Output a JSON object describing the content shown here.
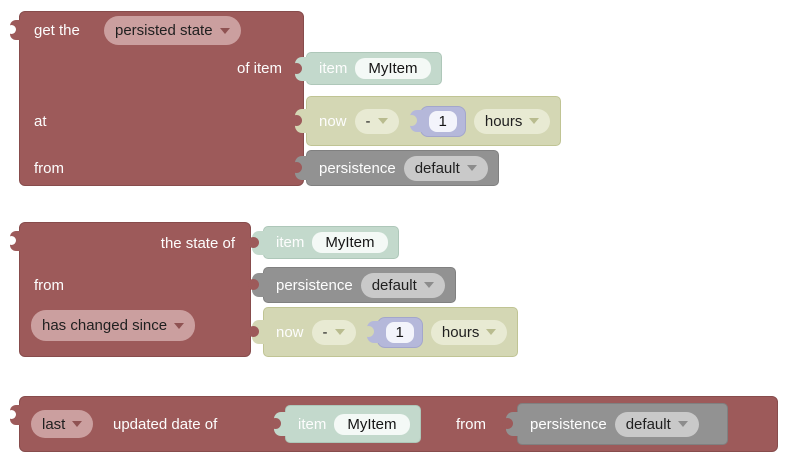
{
  "colors": {
    "block_maroon": "#9d5a5a",
    "dropdown_pink": "#cb9f9f",
    "item_teal": "#c3d9cc",
    "datetime_olive": "#d4d7b4",
    "number_lavender": "#b5b8da",
    "persistence_gray": "#929292",
    "field_white": "#f4f9f6",
    "canvas_background": "#ffffff"
  },
  "block1": {
    "get_the_label": "get the",
    "state_type_dropdown": "persisted state",
    "of_item_label": "of item",
    "item": {
      "label": "item",
      "name": "MyItem"
    },
    "at_label": "at",
    "datetime": {
      "now_label": "now",
      "operator_dropdown": "-",
      "amount": "1",
      "unit_dropdown": "hours"
    },
    "from_label": "from",
    "persistence": {
      "label": "persistence",
      "service_dropdown": "default"
    }
  },
  "block2": {
    "the_state_of_label": "the state of",
    "item": {
      "label": "item",
      "name": "MyItem"
    },
    "from_label": "from",
    "persistence": {
      "label": "persistence",
      "service_dropdown": "default"
    },
    "check_dropdown": "has changed since",
    "datetime": {
      "now_label": "now",
      "operator_dropdown": "-",
      "amount": "1",
      "unit_dropdown": "hours"
    }
  },
  "block3": {
    "kind_dropdown": "last",
    "updated_date_of_label": "updated date of",
    "item": {
      "label": "item",
      "name": "MyItem"
    },
    "from_label": "from",
    "persistence": {
      "label": "persistence",
      "service_dropdown": "default"
    }
  }
}
